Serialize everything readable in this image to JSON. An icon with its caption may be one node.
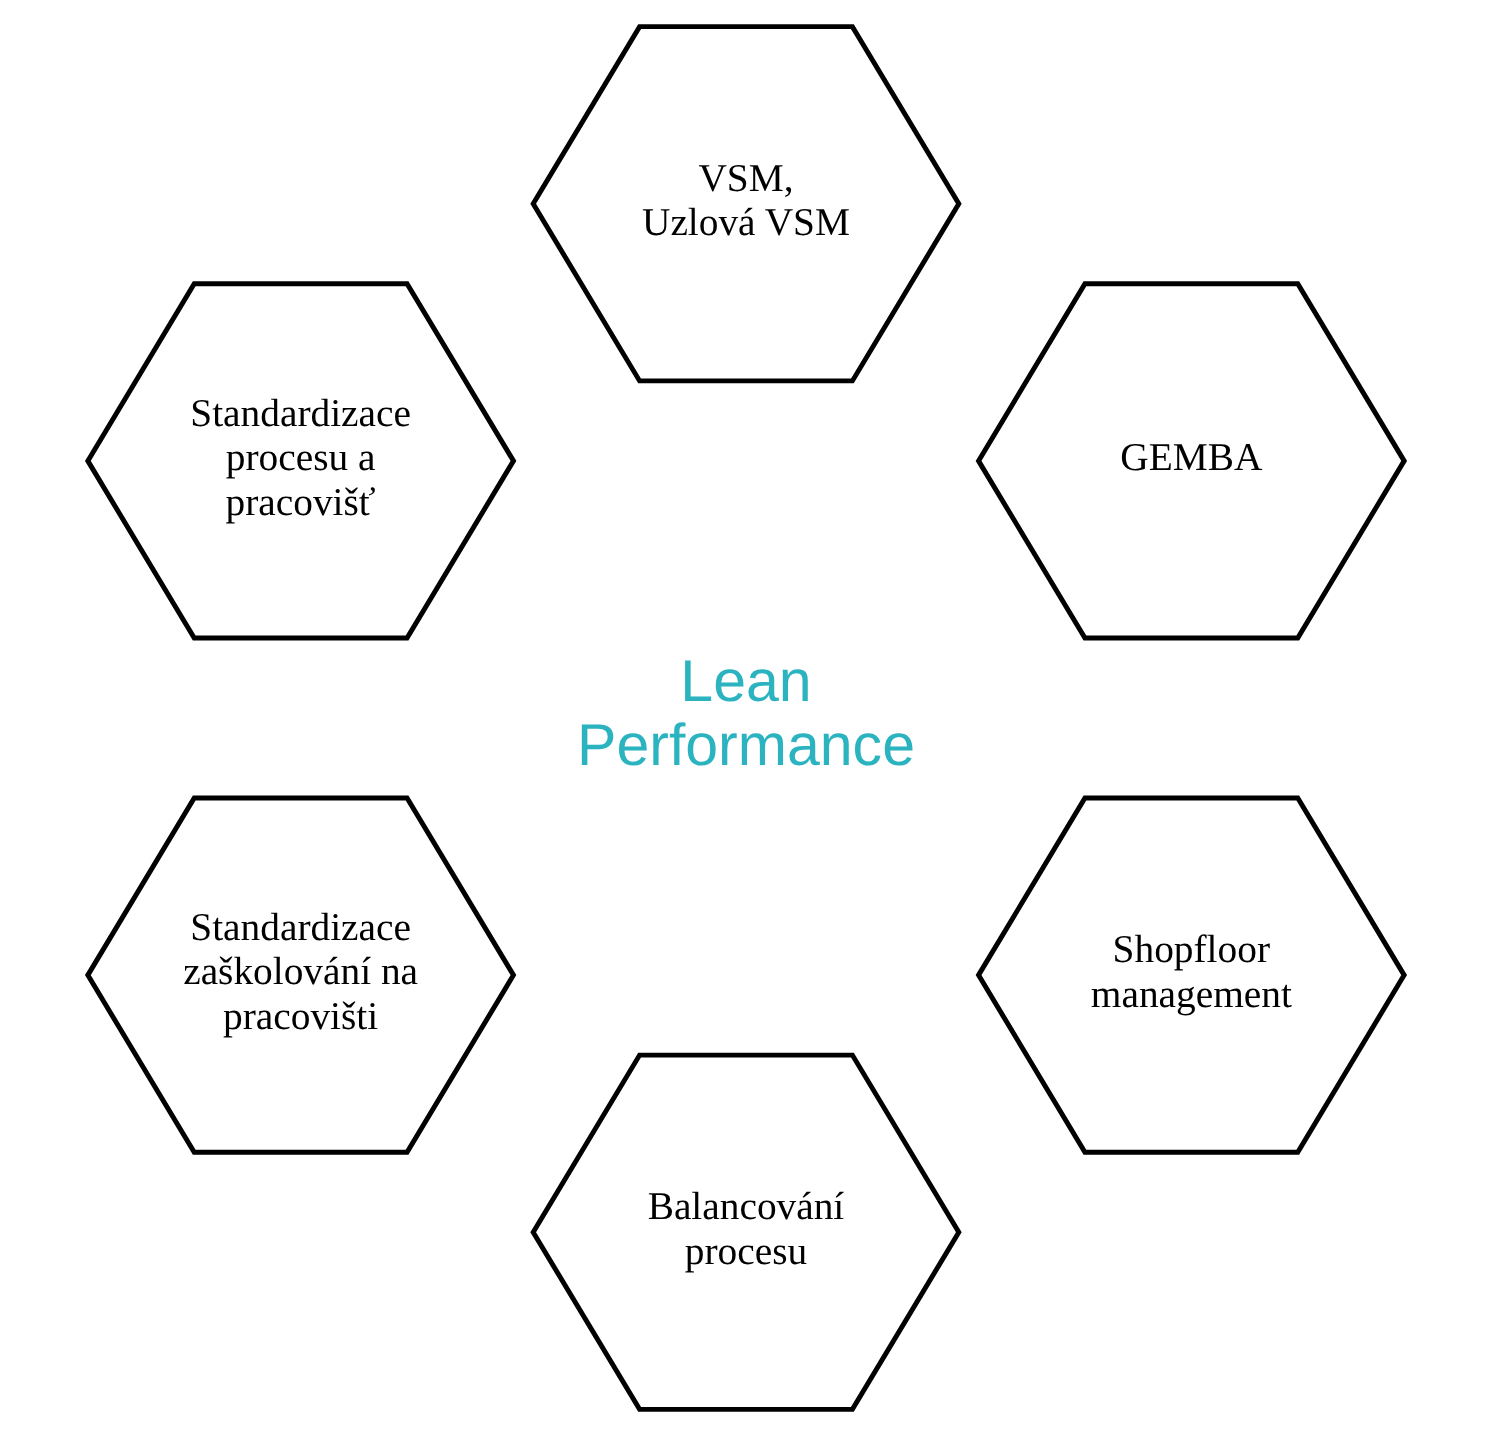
{
  "diagram": {
    "nodes": [
      {
        "text": [
          "GEMBA"
        ]
      },
      {
        "text": [
          "Shopfloor management"
        ]
      },
      {
        "text": [
          "VSM, Uzlová VSM"
        ]
      },
      {
        "text": [
          "Balancování procesu"
        ]
      },
      {
        "text": [
          "Standardizace procesu a pracovišť"
        ]
      },
      {
        "text": [
          "Standardizace zaškolování na pracovišti"
        ]
      }
    ],
    "edges": [],
    "labels": [
      "Lean Performance"
    ]
  }
}
